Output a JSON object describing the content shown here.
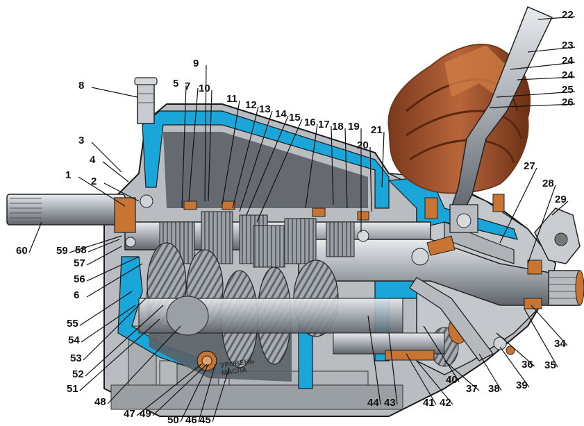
{
  "diagram": {
    "oil_level_label": "УРОВЕНЬ\nМАСЛА",
    "callouts": [
      "1",
      "2",
      "3",
      "4",
      "5",
      "6",
      "7",
      "8",
      "9",
      "10",
      "11",
      "12",
      "13",
      "14",
      "15",
      "16",
      "17",
      "18",
      "19",
      "20",
      "21",
      "22",
      "23",
      "24",
      "24",
      "25",
      "26",
      "27",
      "28",
      "29",
      "34",
      "35",
      "36",
      "37",
      "38",
      "39",
      "40",
      "41",
      "42",
      "43",
      "44",
      "45",
      "46",
      "47",
      "48",
      "49",
      "50",
      "51",
      "52",
      "53",
      "54",
      "55",
      "56",
      "57",
      "58",
      "59",
      "60"
    ]
  },
  "colors": {
    "housing": "#b9bcc0",
    "housing_dark": "#7d8288",
    "section_cut": "#1aa6d8",
    "boot": "#a0522d",
    "boot_dark": "#6e3418",
    "gear_metal": "#9aa0a6",
    "shaft_metal": "#c8ccd0",
    "copper": "#c87533",
    "outline": "#1a1a1a"
  }
}
